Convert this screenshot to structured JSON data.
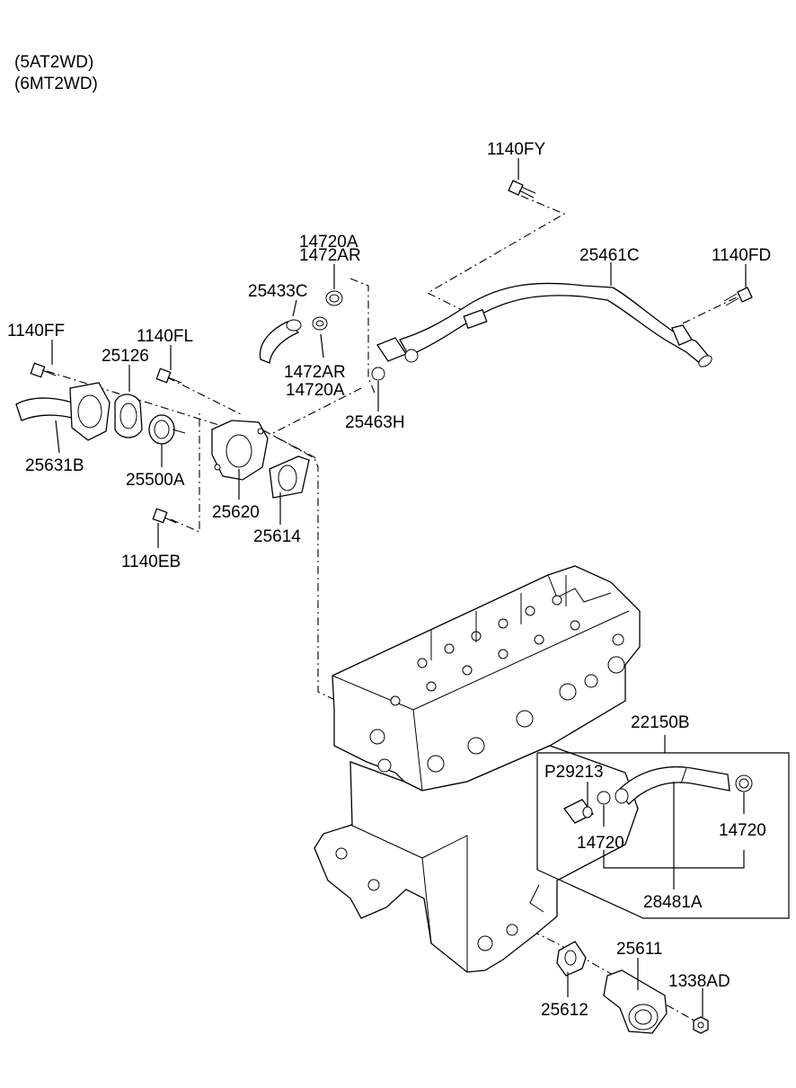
{
  "header": {
    "variant_1": "(5AT2WD)",
    "variant_2": "(6MT2WD)"
  },
  "parts": [
    {
      "id": "1140FY"
    },
    {
      "id": "14720A"
    },
    {
      "id": "1472AR"
    },
    {
      "id": "25461C"
    },
    {
      "id": "1140FD"
    },
    {
      "id": "25433C"
    },
    {
      "id": "1140FF"
    },
    {
      "id": "1140FL"
    },
    {
      "id": "25126"
    },
    {
      "id": "1472AR"
    },
    {
      "id": "14720A"
    },
    {
      "id": "25463H"
    },
    {
      "id": "25631B"
    },
    {
      "id": "25500A"
    },
    {
      "id": "25620"
    },
    {
      "id": "25614"
    },
    {
      "id": "1140EB"
    },
    {
      "id": "22150B"
    },
    {
      "id": "P29213"
    },
    {
      "id": "14720"
    },
    {
      "id": "14720"
    },
    {
      "id": "28481A"
    },
    {
      "id": "25611"
    },
    {
      "id": "1338AD"
    },
    {
      "id": "25612"
    }
  ]
}
